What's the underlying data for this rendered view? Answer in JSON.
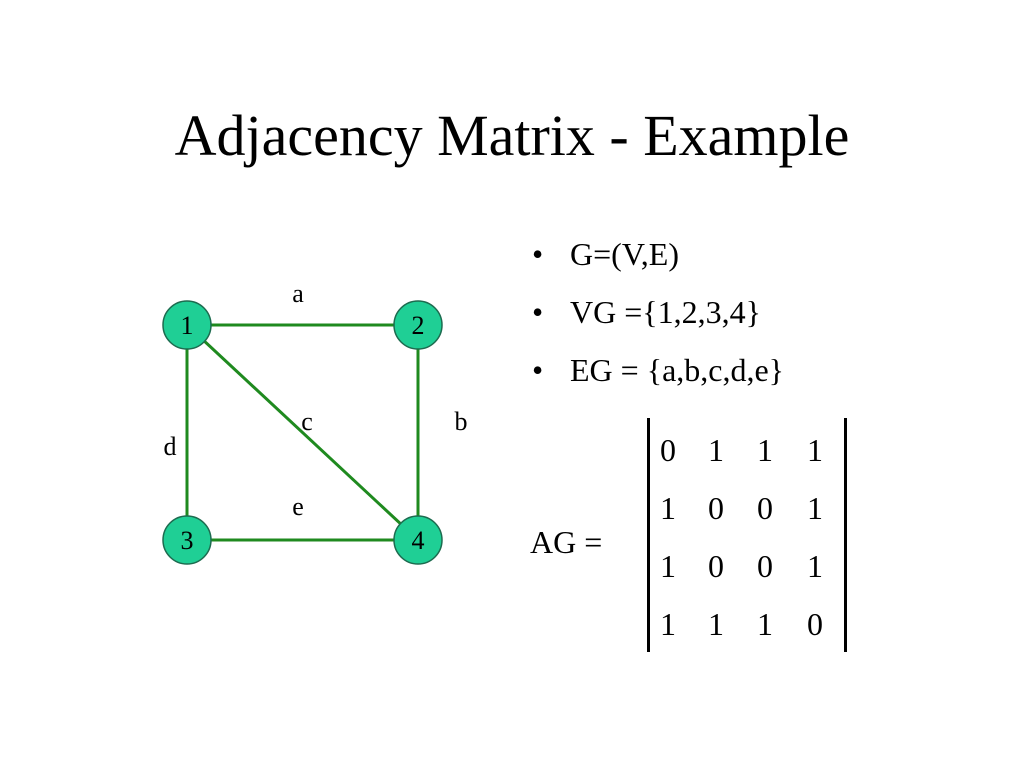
{
  "title": "Adjacency Matrix - Example",
  "colors": {
    "node_fill": "#1fcf95",
    "node_stroke": "#1d6b4f",
    "edge": "#1f8a1f"
  },
  "graph": {
    "nodes": [
      {
        "id": "1",
        "label": "1"
      },
      {
        "id": "2",
        "label": "2"
      },
      {
        "id": "3",
        "label": "3"
      },
      {
        "id": "4",
        "label": "4"
      }
    ],
    "edges": [
      {
        "label": "a",
        "from": "1",
        "to": "2"
      },
      {
        "label": "b",
        "from": "2",
        "to": "4"
      },
      {
        "label": "c",
        "from": "1",
        "to": "4"
      },
      {
        "label": "d",
        "from": "1",
        "to": "3"
      },
      {
        "label": "e",
        "from": "3",
        "to": "4"
      }
    ]
  },
  "bullets": [
    "G=(V,E)",
    "VG ={1,2,3,4}",
    "EG = {a,b,c,d,e}"
  ],
  "bullet_marker": "•",
  "matrix_label": "AG =",
  "matrix": [
    [
      "0",
      "1",
      "1",
      "1"
    ],
    [
      "1",
      "0",
      "0",
      "1"
    ],
    [
      "1",
      "0",
      "0",
      "1"
    ],
    [
      "1",
      "1",
      "1",
      "0"
    ]
  ]
}
